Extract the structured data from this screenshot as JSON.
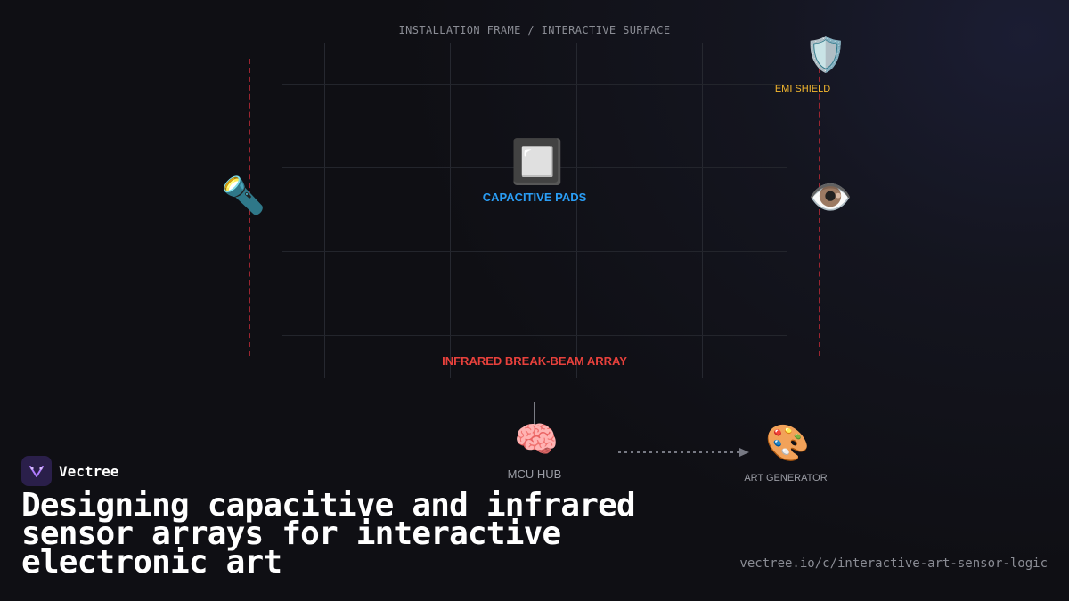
{
  "frame": {
    "label": "INSTALLATION FRAME / INTERACTIVE SURFACE"
  },
  "nodes": {
    "emi_shield": {
      "icon": "shield-icon",
      "glyph": "🛡️",
      "label": "EMI SHIELD",
      "color": "#f5b82e"
    },
    "capacitive": {
      "icon": "chip-icon",
      "glyph": "🔲",
      "label": "CAPACITIVE PADS",
      "color": "#2a9df4"
    },
    "emitter": {
      "icon": "flashlight-icon",
      "glyph": "🔦"
    },
    "receiver": {
      "icon": "eye-icon",
      "glyph": "👁️"
    },
    "ir_array": {
      "label": "INFRARED BREAK-BEAM ARRAY",
      "color": "#e8413c"
    },
    "mcu": {
      "icon": "brain-icon",
      "glyph": "🧠",
      "label": "MCU HUB",
      "color": "#9a9ca4"
    },
    "art": {
      "icon": "palette-icon",
      "glyph": "🎨",
      "label": "ART GENERATOR",
      "color": "#9a9ca4"
    }
  },
  "footer": {
    "brand": "Vectree",
    "title": "Designing capacitive and infrared sensor arrays for interactive electronic art",
    "url": "vectree.io/c/interactive-art-sensor-logic"
  }
}
